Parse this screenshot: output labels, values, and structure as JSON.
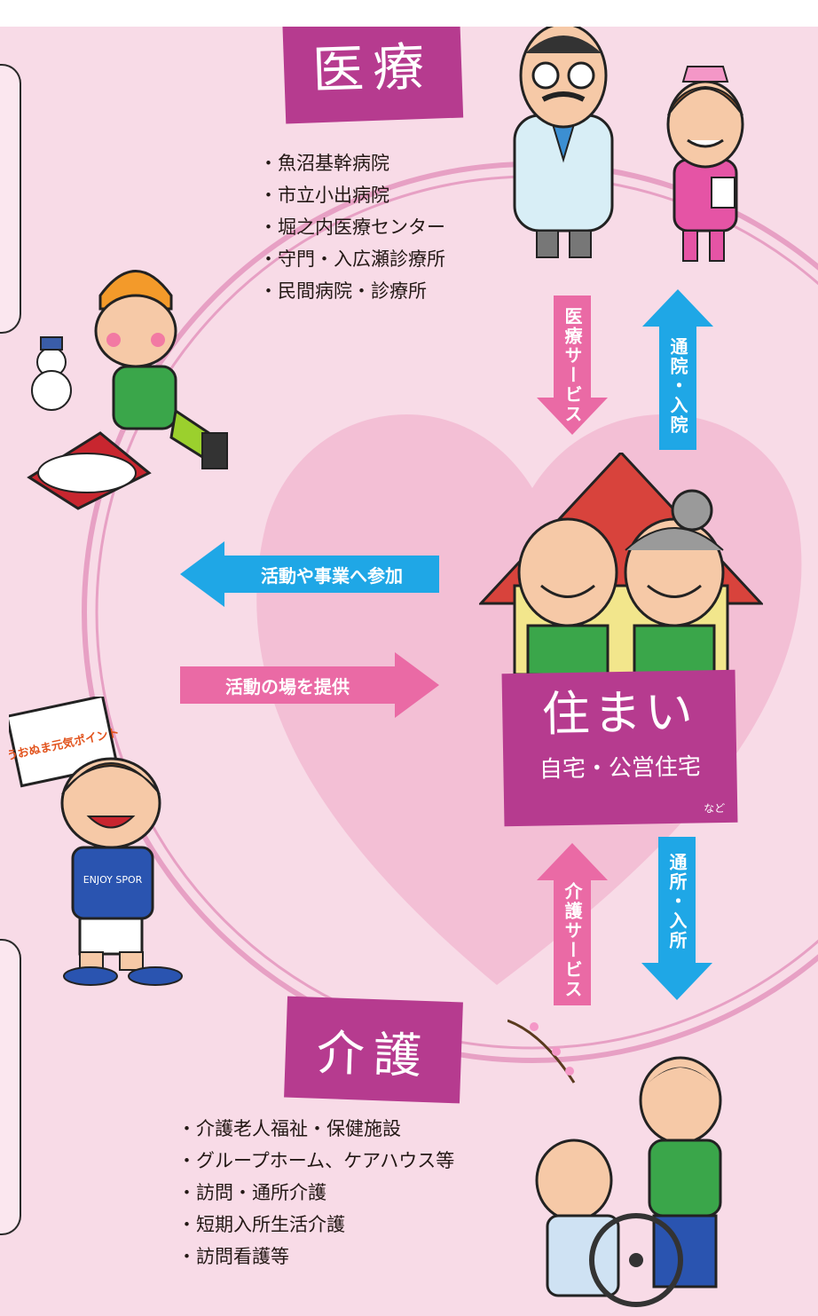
{
  "iryo": {
    "title": "医療",
    "facilities": [
      "魚沼基幹病院",
      "市立小出病院",
      "堀之内医療センター",
      "守門・入広瀬診療所",
      "民間病院・診療所"
    ]
  },
  "kaigo": {
    "title": "介護",
    "facilities": [
      "介護老人福祉・保健施設",
      "グループホーム、ケアハウス等",
      "訪問・通所介護",
      "短期入所生活介護",
      "訪問看護等"
    ]
  },
  "sumai": {
    "title": "住まい",
    "subtitle": "自宅・公営住宅",
    "note": "など"
  },
  "arrows": {
    "iryo_service": "医療サービス",
    "tsuin_nyuin": "通院・入院",
    "kaigo_service": "介護サービス",
    "tsusho_nyusho": "通所・入所",
    "participate": "活動や事業へ参加",
    "provide_place": "活動の場を提供"
  },
  "illustrations": {
    "boy_sign": "うおぬま元気ポイント",
    "boy_shirt": "ENJOY SPOR"
  },
  "colors": {
    "background": "#f8dbe7",
    "banner": "#b63b8f",
    "pink_arrow": "#ea6aa5",
    "blue_arrow": "#1fa7e6",
    "heart": "#f2b6cf",
    "circle_line": "#e7a0c4"
  }
}
